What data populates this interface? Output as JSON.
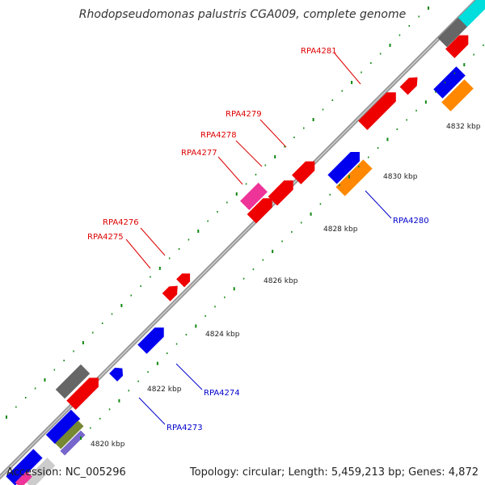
{
  "title": "Rhodopseudomonas palustris CGA009, complete genome",
  "footer": {
    "accession": "Accession: NC_005296",
    "summary": "Topology: circular; Length: 5,459,213 bp; Genes: 4,872"
  },
  "colors": {
    "backbone": "#999999",
    "label_top_strand": "#dd0000",
    "label_bottom_strand": "#0000cc",
    "tick": "#118811"
  },
  "scale_labels": [
    "4820 kbp",
    "4822 kbp",
    "4824 kbp",
    "4826 kbp",
    "4828 kbp",
    "4830 kbp",
    "4832 kbp"
  ],
  "genes_labeled": [
    {
      "name": "RPA4273",
      "strand": "bottom"
    },
    {
      "name": "RPA4274",
      "strand": "bottom"
    },
    {
      "name": "RPA4275",
      "strand": "top"
    },
    {
      "name": "RPA4276",
      "strand": "top"
    },
    {
      "name": "RPA4277",
      "strand": "top"
    },
    {
      "name": "RPA4278",
      "strand": "top"
    },
    {
      "name": "RPA4279",
      "strand": "top"
    },
    {
      "name": "RPA4280",
      "strand": "bottom"
    },
    {
      "name": "RPA4281",
      "strand": "top"
    }
  ]
}
